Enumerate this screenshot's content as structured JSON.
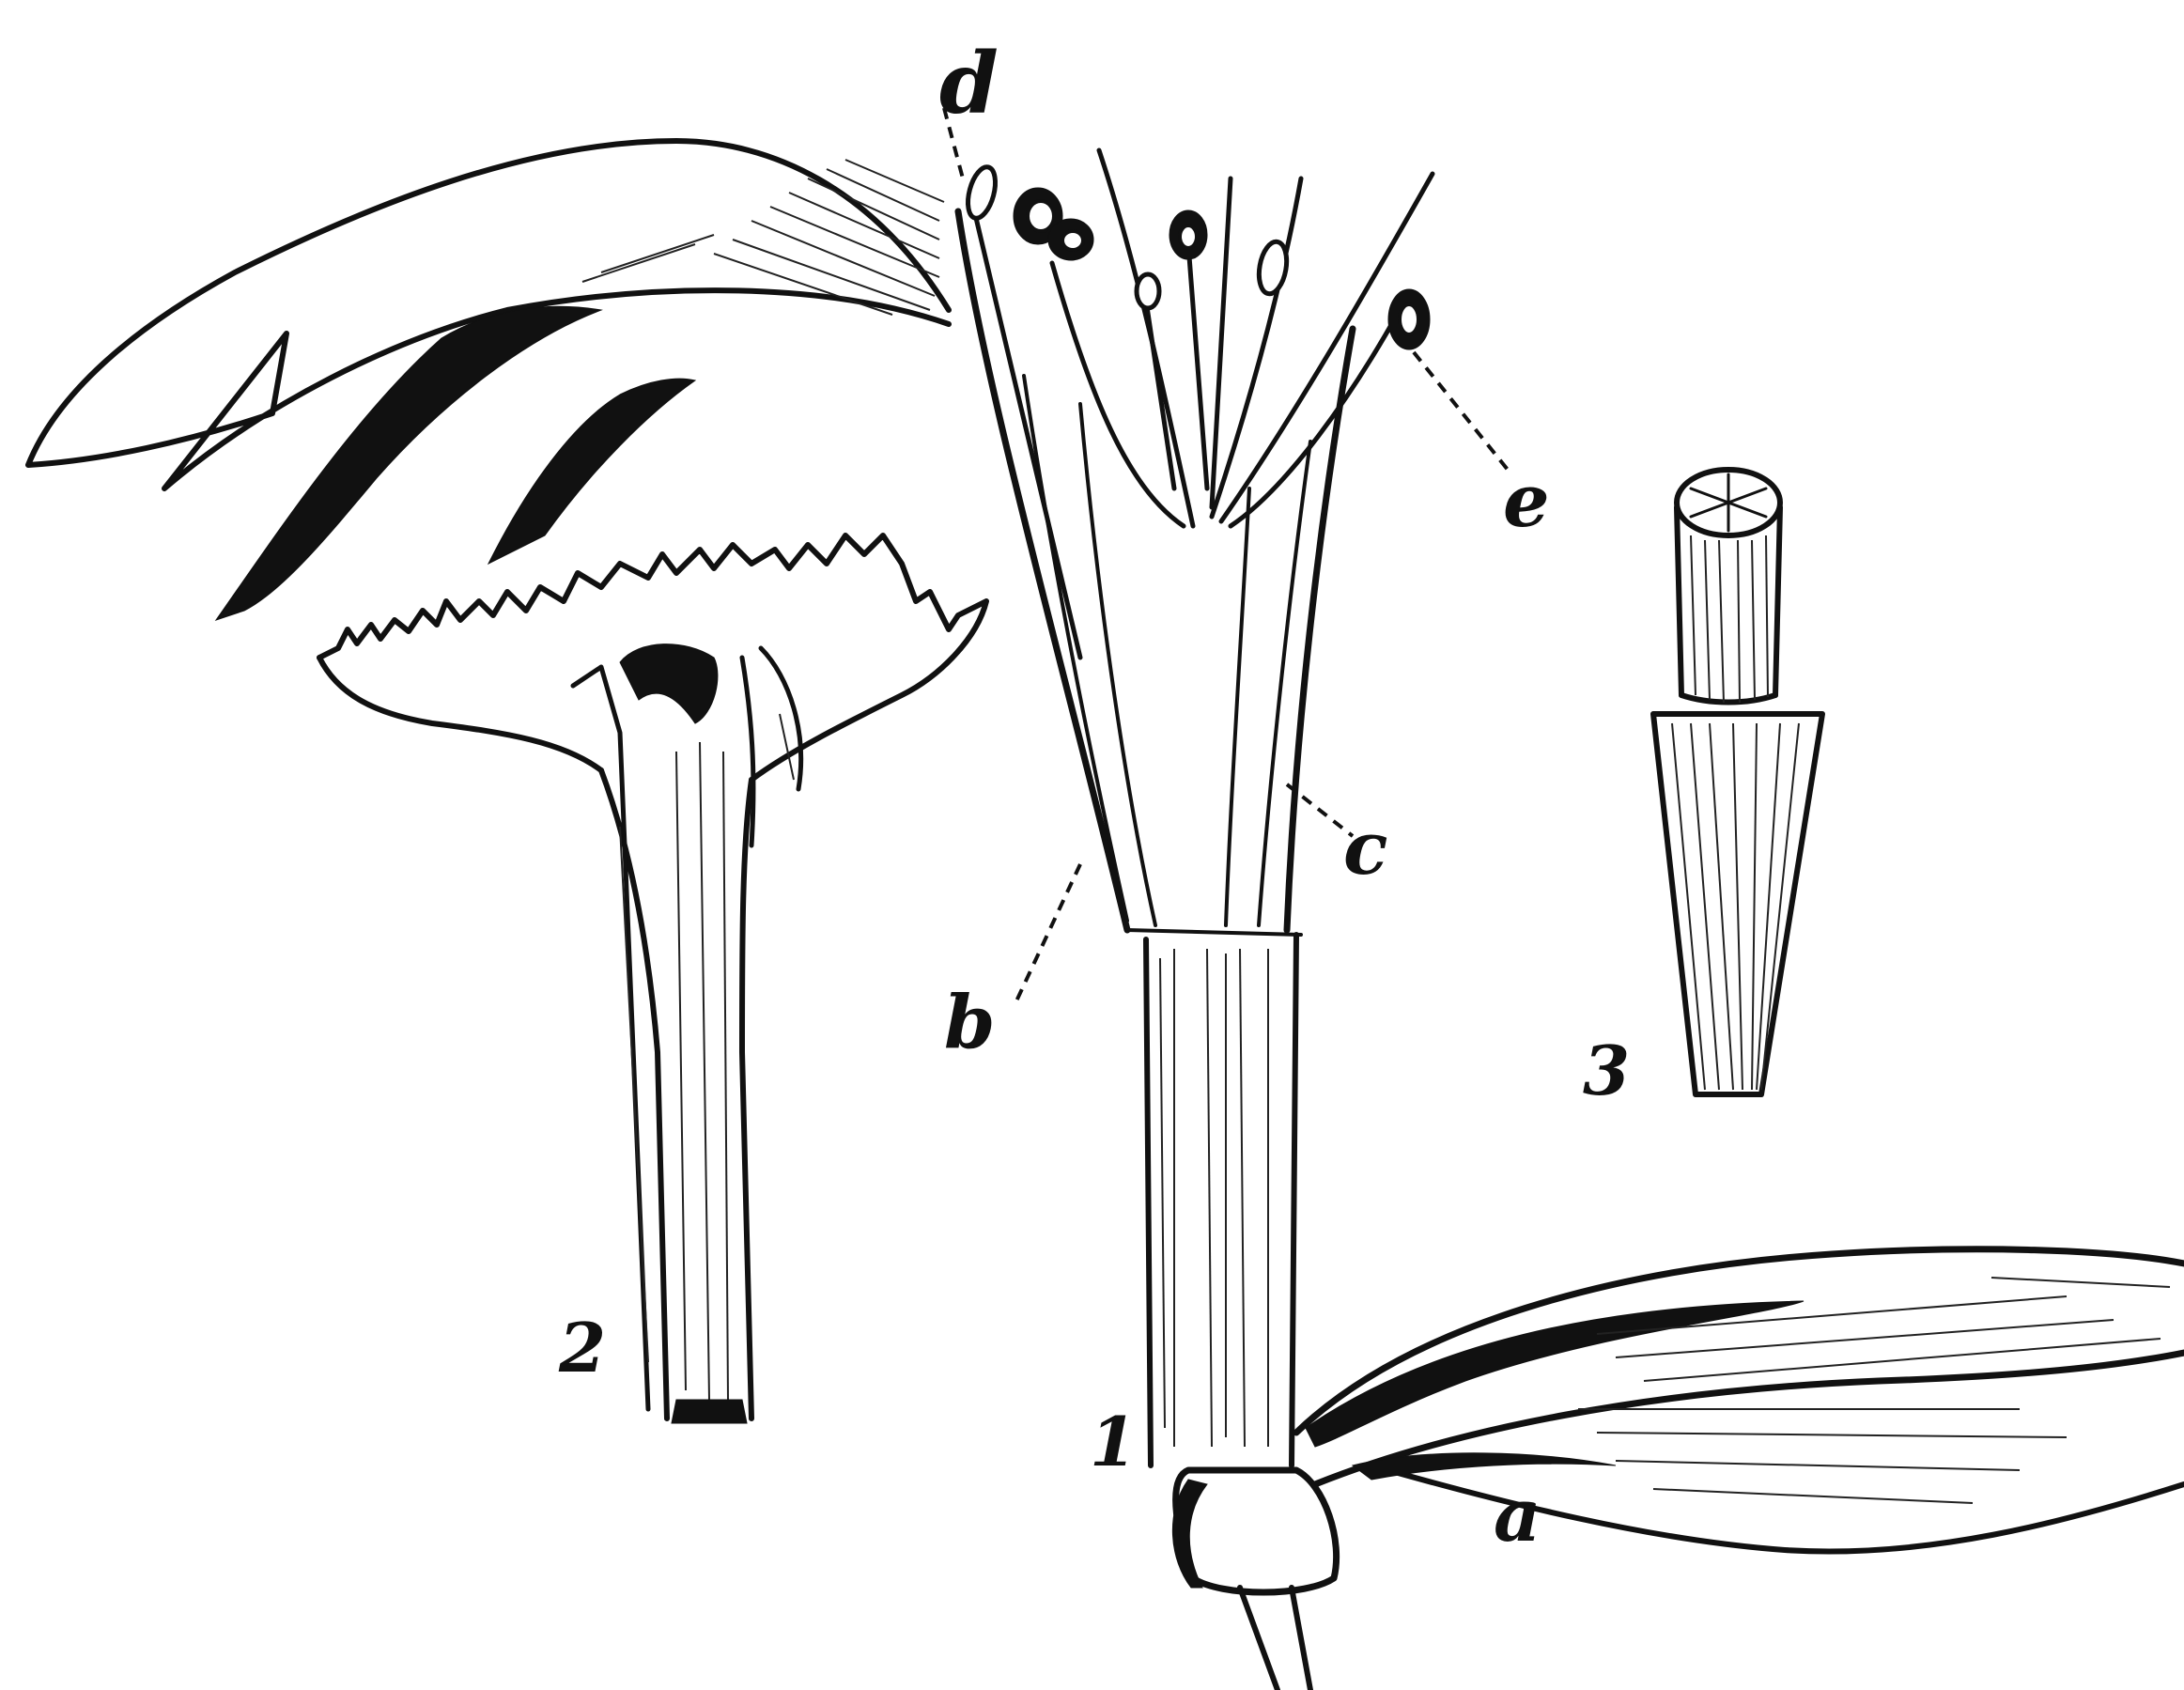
{
  "figures": [
    {
      "id": "fig1",
      "number": "1"
    },
    {
      "id": "fig2",
      "number": "2"
    },
    {
      "id": "fig3",
      "number": "3"
    }
  ],
  "labels": {
    "a": "a",
    "b": "b",
    "c": "c",
    "d": "d",
    "e": "e"
  },
  "colors": {
    "ink": "#111111",
    "paper": "#ffffff"
  }
}
